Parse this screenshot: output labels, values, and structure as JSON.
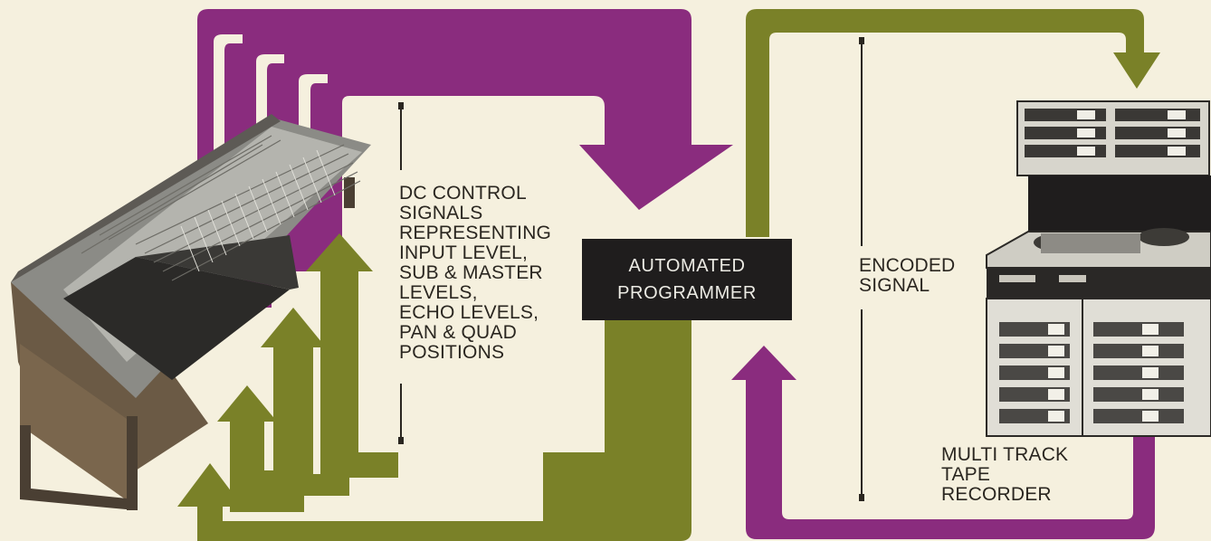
{
  "colors": {
    "background": "#f5f0de",
    "purple": "#8a2c7e",
    "olive": "#7a8128",
    "box": "#1f1d1d",
    "box_text": "#ecebe4",
    "text": "#2a2620"
  },
  "center_box": {
    "lines": [
      "AUTOMATED",
      "PROGRAMMER"
    ]
  },
  "dc_signals_label": {
    "lines": [
      "DC CONTROL",
      "SIGNALS",
      "REPRESENTING",
      "INPUT LEVEL,",
      "SUB & MASTER",
      "LEVELS,",
      "ECHO LEVELS,",
      "PAN & QUAD",
      "POSITIONS"
    ]
  },
  "encoded_label": {
    "lines": [
      "ENCODED",
      "SIGNAL"
    ]
  },
  "recorder_label": {
    "lines": [
      "MULTI TRACK",
      "TAPE",
      "RECORDER"
    ]
  },
  "illustrations": {
    "left": "mixing-console",
    "right": "multitrack-tape-recorder"
  }
}
